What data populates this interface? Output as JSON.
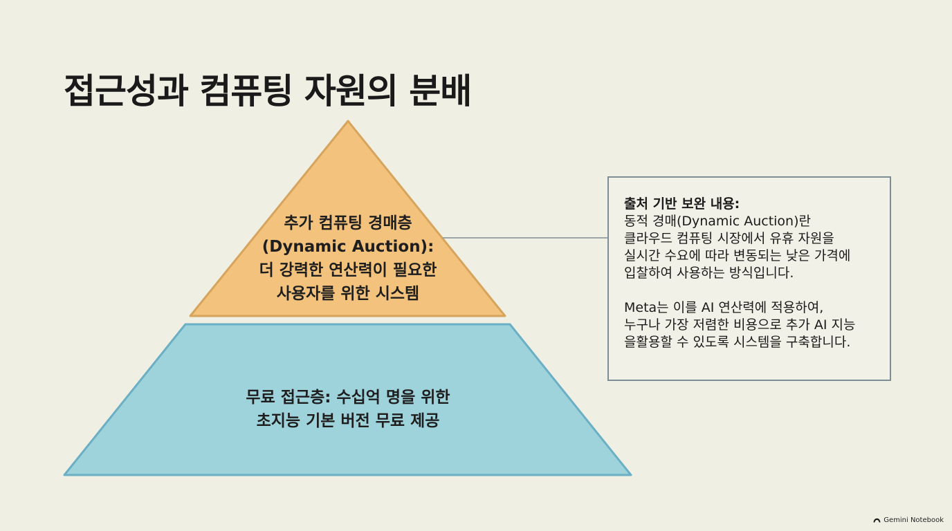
{
  "title": "접근성과 컴퓨팅 자원의 분배",
  "pyramid": {
    "top_tier": {
      "lines": [
        "추가 컴퓨팅 경매층",
        "(Dynamic Auction):",
        "더 강력한 연산력이 필요한",
        "사용자를 위한 시스템"
      ],
      "color": "#f3c27c",
      "border_color": "#d6a45c"
    },
    "base_tier": {
      "lines": [
        "무료 접근층: 수십억 명을 위한",
        "초지능 기본 버전 무료 제공"
      ],
      "color": "#9fd3dc",
      "border_color": "#6aafc4"
    }
  },
  "note": {
    "heading": "출처 기반 보완 내용:",
    "paragraph1": [
      "동적 경매(Dynamic Auction)란",
      "클라우드 컴퓨팅 시장에서 유휴 자원을",
      "실시간 수요에 따라 변동되는 낮은 가격에",
      "입찰하여 사용하는 방식입니다."
    ],
    "paragraph2": [
      "Meta는 이를 AI 연산력에 적용하여,",
      "누구나 가장 저렴한 비용으로 추가 AI 지능",
      "을활용할 수 있도록 시스템을 구축합니다."
    ]
  },
  "brand": {
    "label": "Gemini Notebook",
    "icon": "notebook-logo-icon"
  },
  "colors": {
    "background": "#f0efe4",
    "connector": "#7d8d96"
  }
}
